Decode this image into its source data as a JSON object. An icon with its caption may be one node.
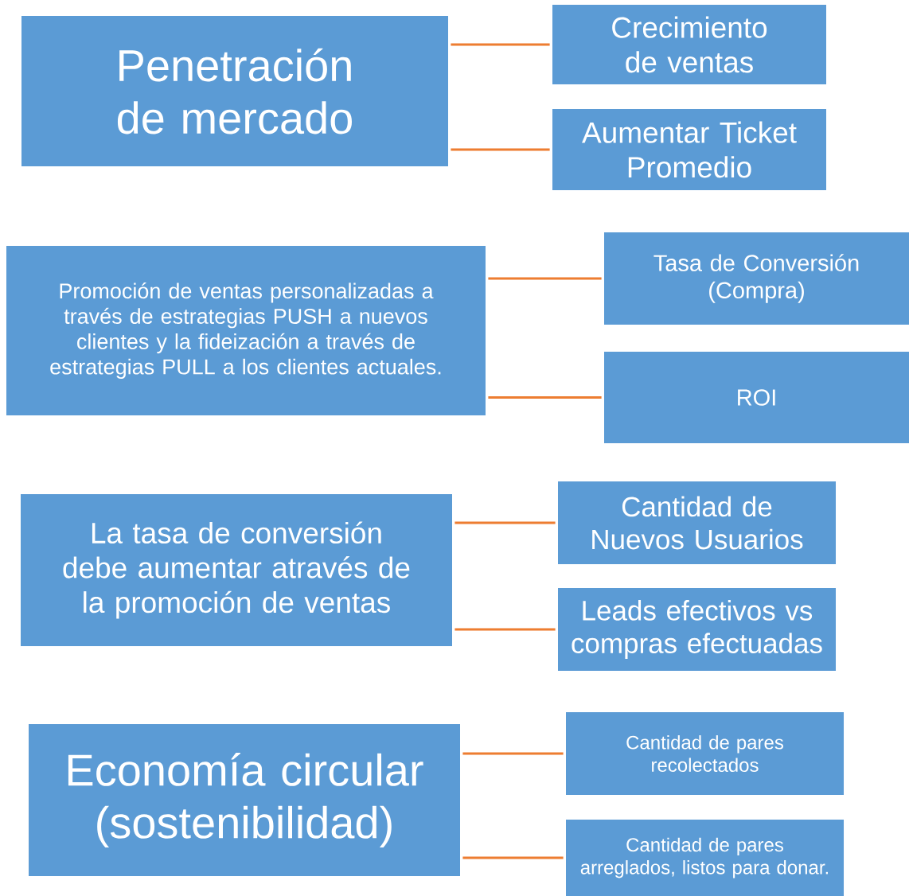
{
  "diagram": {
    "nodes": [
      {
        "text": [
          "Penetración de mercado"
        ]
      },
      {
        "text": [
          "Crecimiento de ventas"
        ]
      },
      {
        "text": [
          "Aumentar Ticket Promedio"
        ]
      },
      {
        "text": [
          "Promoción de ventas personalizadas a través de estrategias PUSH a nuevos clientes y la fideización a través de estrategias PULL a los clientes actuales."
        ]
      },
      {
        "text": [
          "Tasa de Conversión (Compra)"
        ]
      },
      {
        "text": [
          "ROI"
        ]
      },
      {
        "text": [
          "La tasa de conversión debe aumentar através de la promoción de ventas"
        ]
      },
      {
        "text": [
          "Cantidad de Nuevos Usuarios"
        ]
      },
      {
        "text": [
          "Leads efectivos vs compras efectuadas"
        ]
      },
      {
        "text": [
          "Economía circular (sostenibilidad)"
        ]
      },
      {
        "text": [
          "Cantidad de pares recolectados"
        ]
      },
      {
        "text": [
          "Cantidad de pares arreglados, listos para donar."
        ]
      }
    ],
    "edges": [
      {
        "from": 0,
        "to": 1,
        "arrow": "none"
      },
      {
        "from": 0,
        "to": 2,
        "arrow": "none"
      },
      {
        "from": 3,
        "to": 4,
        "arrow": "none"
      },
      {
        "from": 3,
        "to": 5,
        "arrow": "none"
      },
      {
        "from": 6,
        "to": 7,
        "arrow": "none"
      },
      {
        "from": 6,
        "to": 8,
        "arrow": "none"
      },
      {
        "from": 9,
        "to": 10,
        "arrow": "none"
      },
      {
        "from": 9,
        "to": 11,
        "arrow": "none"
      }
    ]
  }
}
